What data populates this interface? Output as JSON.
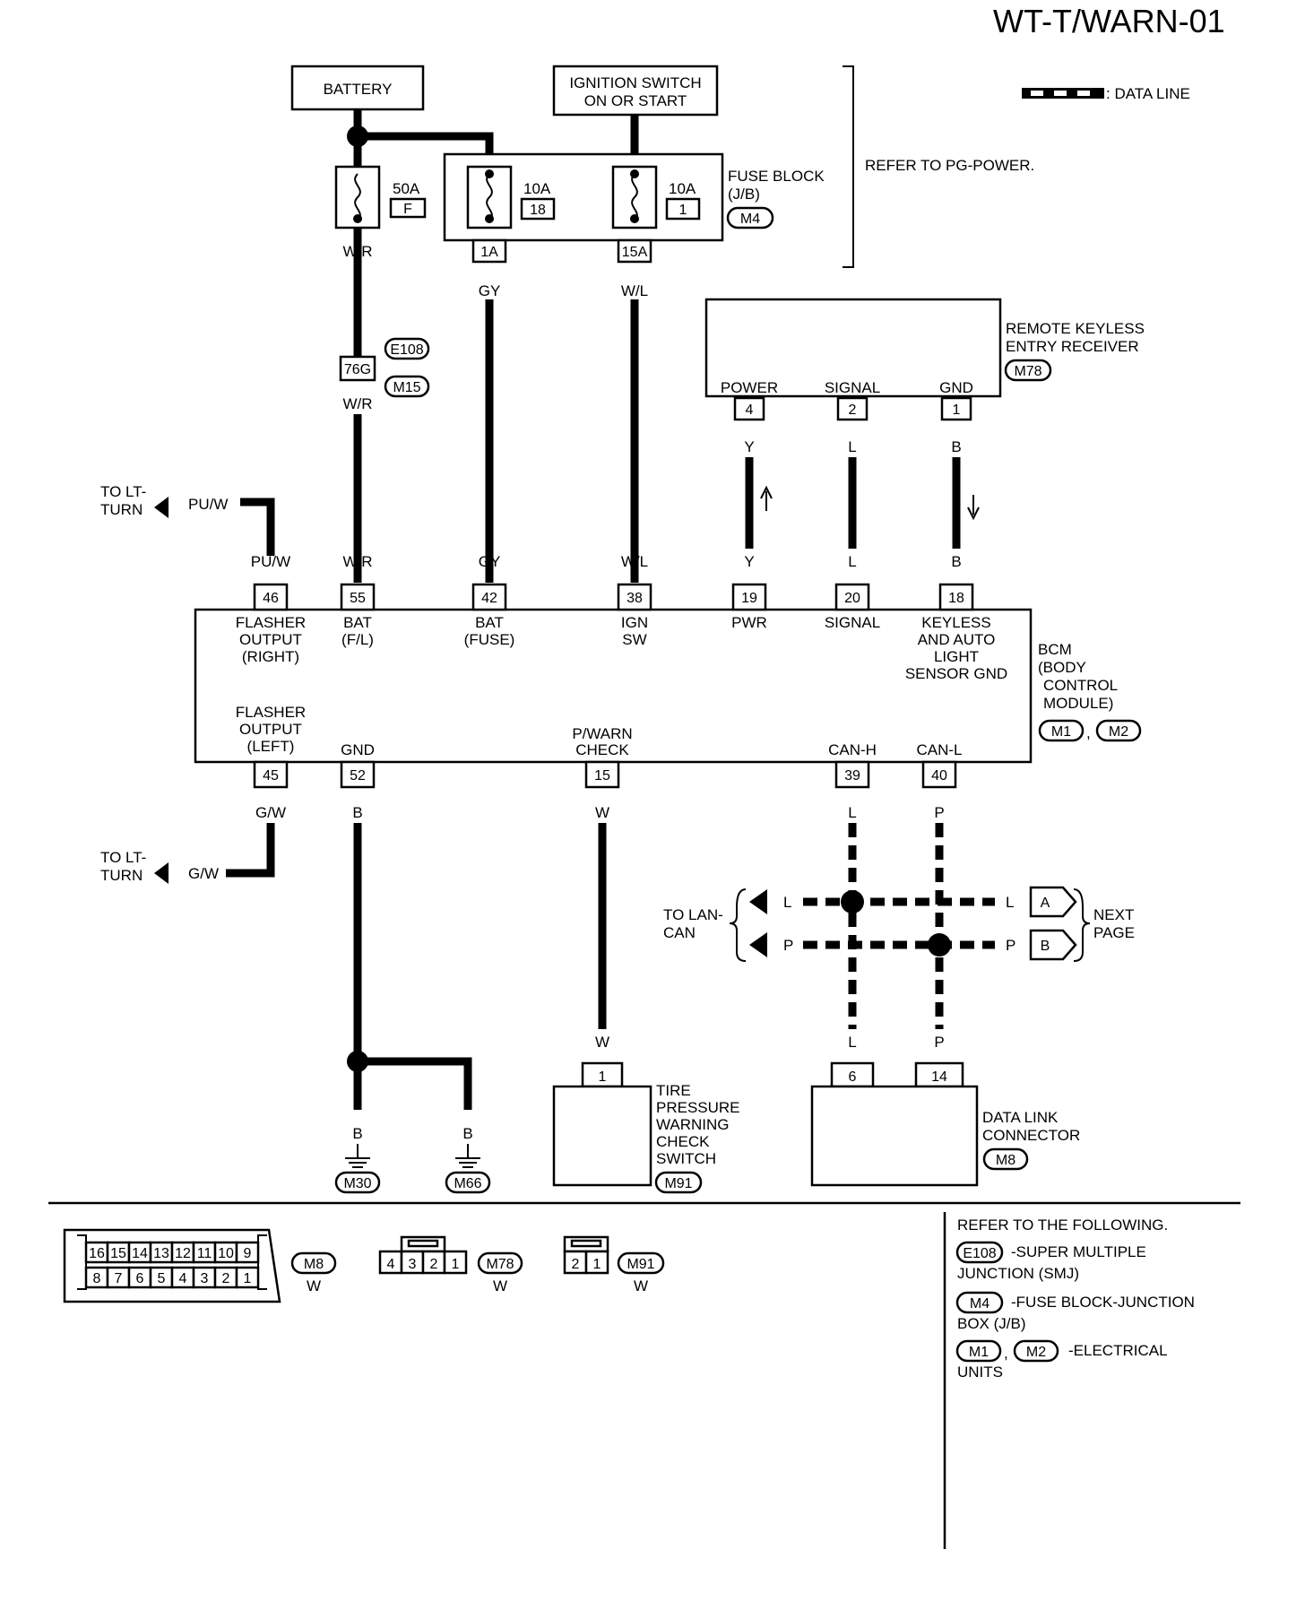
{
  "title": "WT-T/WARN-01",
  "legend": {
    "data_line": ": DATA LINE"
  },
  "refer_power": "REFER TO PG-POWER.",
  "sources": {
    "battery": "BATTERY",
    "ign_l1": "IGNITION SWITCH",
    "ign_l2": "ON OR START"
  },
  "fuse_block": {
    "l1": "FUSE BLOCK",
    "l2": "(J/B)",
    "conn": "M4",
    "fuse1": {
      "amp": "10A",
      "no": "18",
      "term": "1A"
    },
    "fuse2": {
      "amp": "10A",
      "no": "1",
      "term": "15A"
    }
  },
  "fusible_link": {
    "amp": "50A",
    "letter": "F"
  },
  "joint": {
    "pin": "76G",
    "conn1": "E108",
    "conn2": "M15"
  },
  "rke": {
    "l1": "REMOTE KEYLESS",
    "l2": "ENTRY RECEIVER",
    "conn": "M78",
    "pins": [
      {
        "label": "POWER",
        "pin": "4",
        "color": "Y"
      },
      {
        "label": "SIGNAL",
        "pin": "2",
        "color": "L"
      },
      {
        "label": "GND",
        "pin": "1",
        "color": "B"
      }
    ]
  },
  "wire_colors": {
    "wr": "W/R",
    "gy": "GY",
    "wl": "W/L",
    "puw": "PU/W",
    "gw": "G/W",
    "b": "B",
    "w": "W",
    "l": "L",
    "p": "P",
    "y": "Y"
  },
  "to_lt_turn": {
    "l1": "TO LT-",
    "l2": "TURN"
  },
  "bcm": {
    "l1": "BCM",
    "l2": "(BODY",
    "l3": "CONTROL",
    "l4": "MODULE)",
    "conn1": "M1",
    "conn2": "M2",
    "top_pins": [
      {
        "pin": "46",
        "label": [
          "FLASHER",
          "OUTPUT",
          "(RIGHT)"
        ]
      },
      {
        "pin": "55",
        "label": [
          "BAT",
          "(F/L)"
        ]
      },
      {
        "pin": "42",
        "label": [
          "BAT",
          "(FUSE)"
        ]
      },
      {
        "pin": "38",
        "label": [
          "IGN",
          "SW"
        ]
      },
      {
        "pin": "19",
        "label": [
          "PWR"
        ]
      },
      {
        "pin": "20",
        "label": [
          "SIGNAL"
        ]
      },
      {
        "pin": "18",
        "label": [
          "KEYLESS",
          "AND AUTO",
          "LIGHT",
          "SENSOR GND"
        ]
      }
    ],
    "bottom_pins": [
      {
        "pin": "45",
        "label": [
          "FLASHER",
          "OUTPUT",
          "(LEFT)"
        ]
      },
      {
        "pin": "52",
        "label": [
          "GND"
        ]
      },
      {
        "pin": "15",
        "label": [
          "P/WARN",
          "CHECK"
        ]
      },
      {
        "pin": "39",
        "label": [
          "CAN-H"
        ]
      },
      {
        "pin": "40",
        "label": [
          "CAN-L"
        ]
      }
    ]
  },
  "lan": {
    "to_l1": "TO LAN-",
    "to_l2": "CAN",
    "next_l1": "NEXT",
    "next_l2": "PAGE",
    "a": "A",
    "b": "B"
  },
  "grounds": {
    "g1": "M30",
    "g2": "M66"
  },
  "tpms_switch": {
    "pin": "1",
    "l1": "TIRE",
    "l2": "PRESSURE",
    "l3": "WARNING",
    "l4": "CHECK",
    "l5": "SWITCH",
    "conn": "M91"
  },
  "dlc": {
    "pin_l": "6",
    "pin_p": "14",
    "l1": "DATA LINK",
    "l2": "CONNECTOR",
    "conn": "M8"
  },
  "connector_views": {
    "m8": {
      "top": [
        "16",
        "15",
        "14",
        "13",
        "12",
        "11",
        "10",
        "9"
      ],
      "bottom": [
        "8",
        "7",
        "6",
        "5",
        "4",
        "3",
        "2",
        "1"
      ],
      "conn": "M8",
      "color": "W"
    },
    "m78": {
      "pins": [
        "4",
        "3",
        "2",
        "1"
      ],
      "conn": "M78",
      "color": "W"
    },
    "m91": {
      "pins": [
        "2",
        "1"
      ],
      "conn": "M91",
      "color": "W"
    }
  },
  "refer_following": {
    "heading": "REFER TO THE FOLLOWING.",
    "e108": "E108",
    "e108_l1": "-SUPER MULTIPLE",
    "e108_l2": "JUNCTION (SMJ)",
    "m4": "M4",
    "m4_l1": "-FUSE BLOCK-JUNCTION",
    "m4_l2": "BOX (J/B)",
    "m1": "M1",
    "m2": "M2",
    "m12_l1": "-ELECTRICAL",
    "m12_l2": "UNITS"
  }
}
